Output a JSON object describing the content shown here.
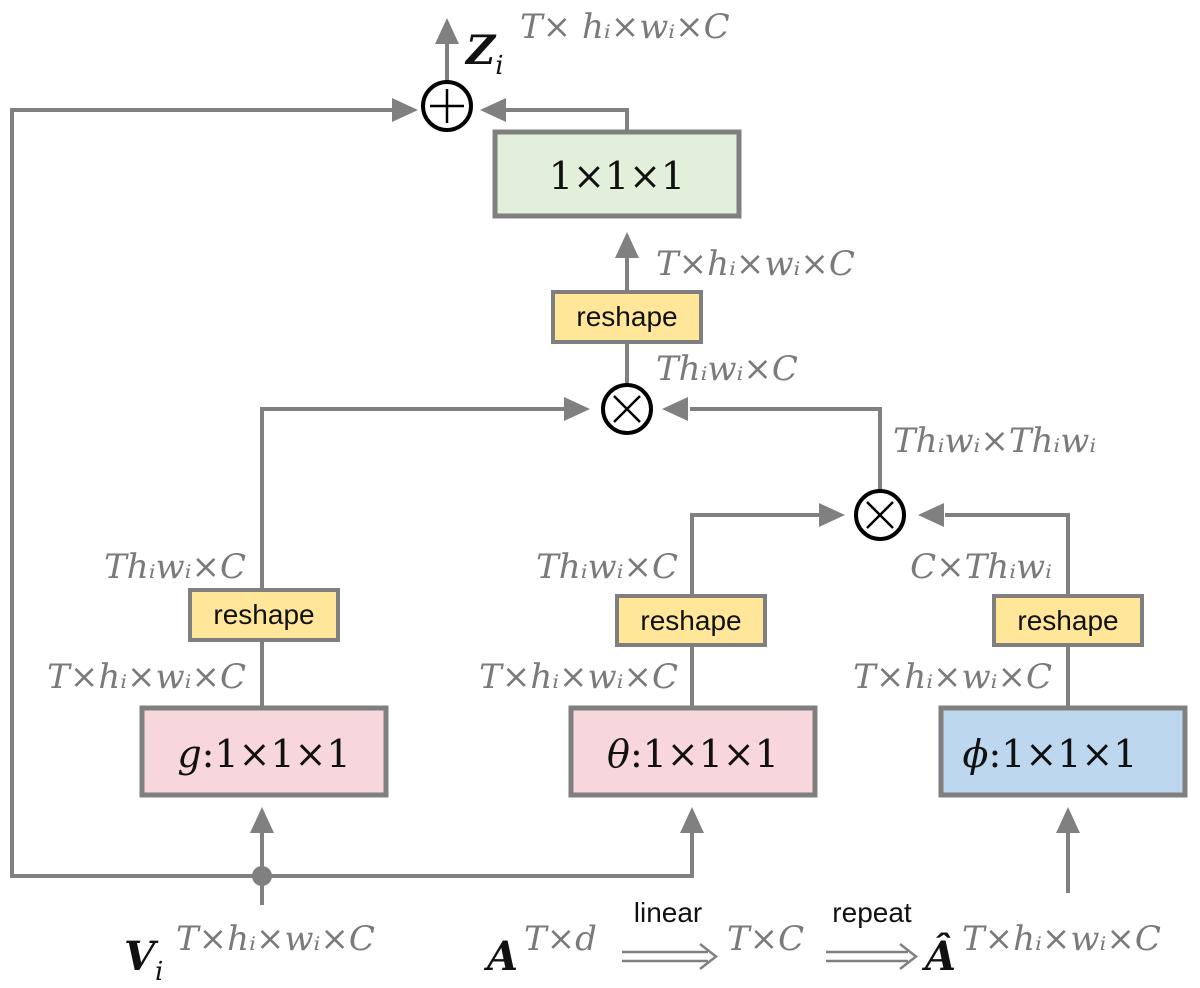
{
  "colors": {
    "wire": "#808080",
    "box_border": "#7f7f7f",
    "green_box": "#e2efda",
    "pink_box": "#f8d7dc",
    "blue_box": "#bdd7ee",
    "reshape_box": "#ffe699",
    "dim_text": "#7a7a7a"
  },
  "output": {
    "var": "Z",
    "sub": "i",
    "shape": "T× hᵢ×wᵢ×C"
  },
  "blocks": {
    "output_conv": "1×1×1",
    "g_conv": {
      "symbol": "g",
      "kernel": ":1×1×1"
    },
    "theta_conv": {
      "symbol": "θ",
      "kernel": ":1×1×1"
    },
    "phi_conv": {
      "symbol": "ϕ",
      "kernel": ":1×1×1"
    }
  },
  "reshape_label": "reshape",
  "ops": {
    "add": "⊕",
    "matmul": "⊗"
  },
  "dims": {
    "above_top_reshape": "T×hᵢ×wᵢ×C",
    "below_top_reshape": "Thᵢwᵢ×C",
    "attention_map": "Thᵢwᵢ×Thᵢwᵢ",
    "g_after_reshape": "Thᵢwᵢ×C",
    "g_before_reshape": "T×hᵢ×wᵢ×C",
    "theta_after_reshape": "Thᵢwᵢ×C",
    "theta_before_reshape": "T×hᵢ×wᵢ×C",
    "phi_after_reshape": "C×Thᵢwᵢ",
    "phi_before_reshape": "T×hᵢ×wᵢ×C"
  },
  "inputs": {
    "visual": {
      "var": "V",
      "sub": "i",
      "shape": "T×hᵢ×wᵢ×C"
    },
    "audio": {
      "var": "A",
      "shape": "T×d"
    },
    "linear_label": "linear",
    "intermediate_shape": "T×C",
    "repeat_label": "repeat",
    "audio_hat": {
      "var": "Â",
      "shape": "T×hᵢ×wᵢ×C"
    }
  }
}
